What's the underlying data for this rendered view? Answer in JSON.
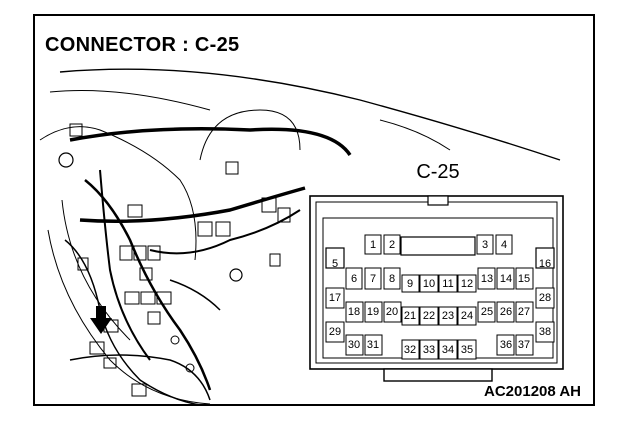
{
  "diagram": {
    "title": "CONNECTOR : C-25",
    "connector_label": "C-25",
    "figure_code": "AC201208 AH"
  },
  "pins": {
    "p1": "1",
    "p2": "2",
    "p3": "3",
    "p4": "4",
    "p5": "5",
    "p6": "6",
    "p7": "7",
    "p8": "8",
    "p9": "9",
    "p10": "10",
    "p11": "11",
    "p12": "12",
    "p13": "13",
    "p14": "14",
    "p15": "15",
    "p16": "16",
    "p17": "17",
    "p18": "18",
    "p19": "19",
    "p20": "20",
    "p21": "21",
    "p22": "22",
    "p23": "23",
    "p24": "24",
    "p25": "25",
    "p26": "26",
    "p27": "27",
    "p28": "28",
    "p29": "29",
    "p30": "30",
    "p31": "31",
    "p32": "32",
    "p33": "33",
    "p34": "34",
    "p35": "35",
    "p36": "36",
    "p37": "37",
    "p38": "38"
  },
  "colors": {
    "line": "#000000",
    "background": "#ffffff"
  }
}
